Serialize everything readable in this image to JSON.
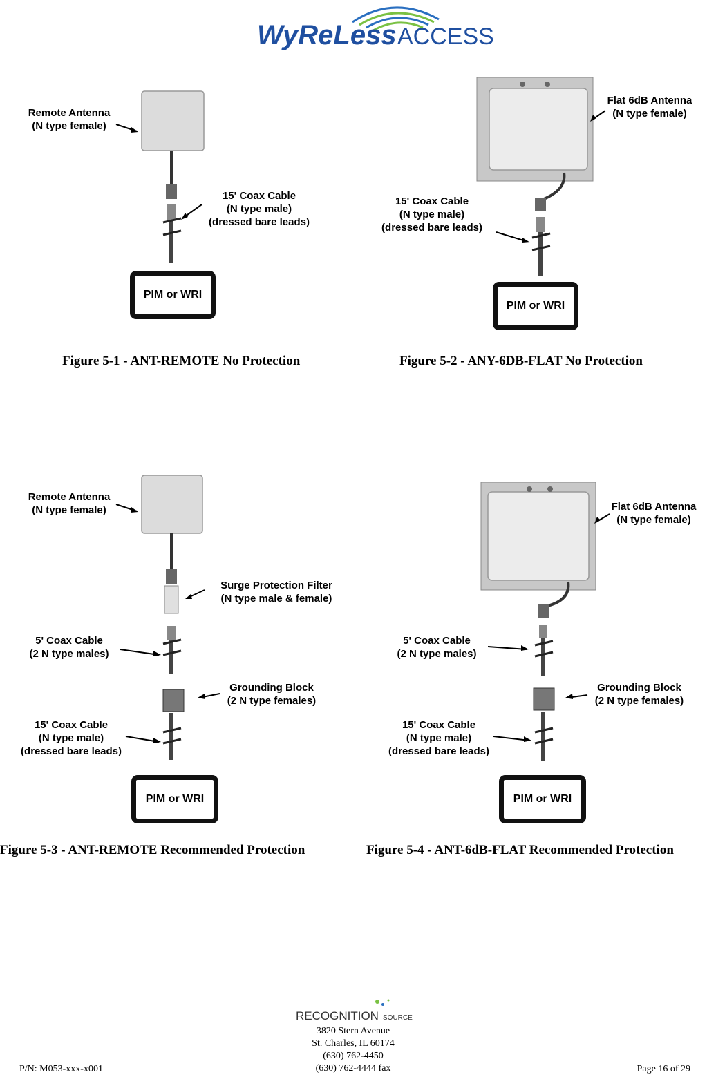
{
  "header": {
    "logo_text_primary": "WyReLess",
    "logo_text_secondary": "ACCESS",
    "logo_colors": {
      "text": "#1f4fa0",
      "arcs_outer": "#2a6fc0",
      "arcs_inner": "#7ac143"
    }
  },
  "figures": [
    {
      "caption": "Figure 5-1 - ANT-REMOTE No Protection",
      "labels": {
        "antenna": [
          "Remote Antenna",
          "(N type female)"
        ],
        "coax": [
          "15' Coax Cable",
          "(N type male)",
          "(dressed bare leads)"
        ]
      },
      "box": "PIM or WRI"
    },
    {
      "caption": "Figure 5-2 - ANY-6DB-FLAT  No Protection",
      "labels": {
        "antenna": [
          "Flat 6dB Antenna",
          "(N type female)"
        ],
        "coax": [
          "15' Coax Cable",
          "(N type male)",
          "(dressed bare leads)"
        ]
      },
      "box": "PIM or WRI"
    },
    {
      "caption": "Figure 5-3 - ANT-REMOTE Recommended Protection",
      "labels": {
        "antenna": [
          "Remote Antenna",
          "(N type female)"
        ],
        "surge": [
          "Surge Protection Filter",
          "(N type male & female)"
        ],
        "coax5": [
          "5' Coax Cable",
          "(2 N type males)"
        ],
        "ground": [
          "Grounding Block",
          "(2 N type females)"
        ],
        "coax15": [
          "15' Coax Cable",
          "(N type male)",
          "(dressed bare leads)"
        ]
      },
      "box": "PIM or WRI"
    },
    {
      "caption": "Figure 5-4 - ANT-6dB-FLAT Recommended Protection",
      "labels": {
        "antenna": [
          "Flat 6dB Antenna",
          "(N type female)"
        ],
        "coax5": [
          "5' Coax Cable",
          "(2 N type males)"
        ],
        "ground": [
          "Grounding Block",
          "(2 N type females)"
        ],
        "coax15": [
          "15' Coax Cable",
          "(N type male)",
          "(dressed bare leads)"
        ]
      },
      "box": "PIM or WRI"
    }
  ],
  "footer": {
    "logo_text_primary": "RECOGNITION",
    "logo_text_secondary": "SOURCE",
    "address_lines": [
      "3820 Stern Avenue",
      "St. Charles, IL 60174",
      "(630) 762-4450",
      "(630) 762-4444 fax"
    ],
    "part_number": "P/N: M053-xxx-x001",
    "page": "Page 16 of 29"
  }
}
